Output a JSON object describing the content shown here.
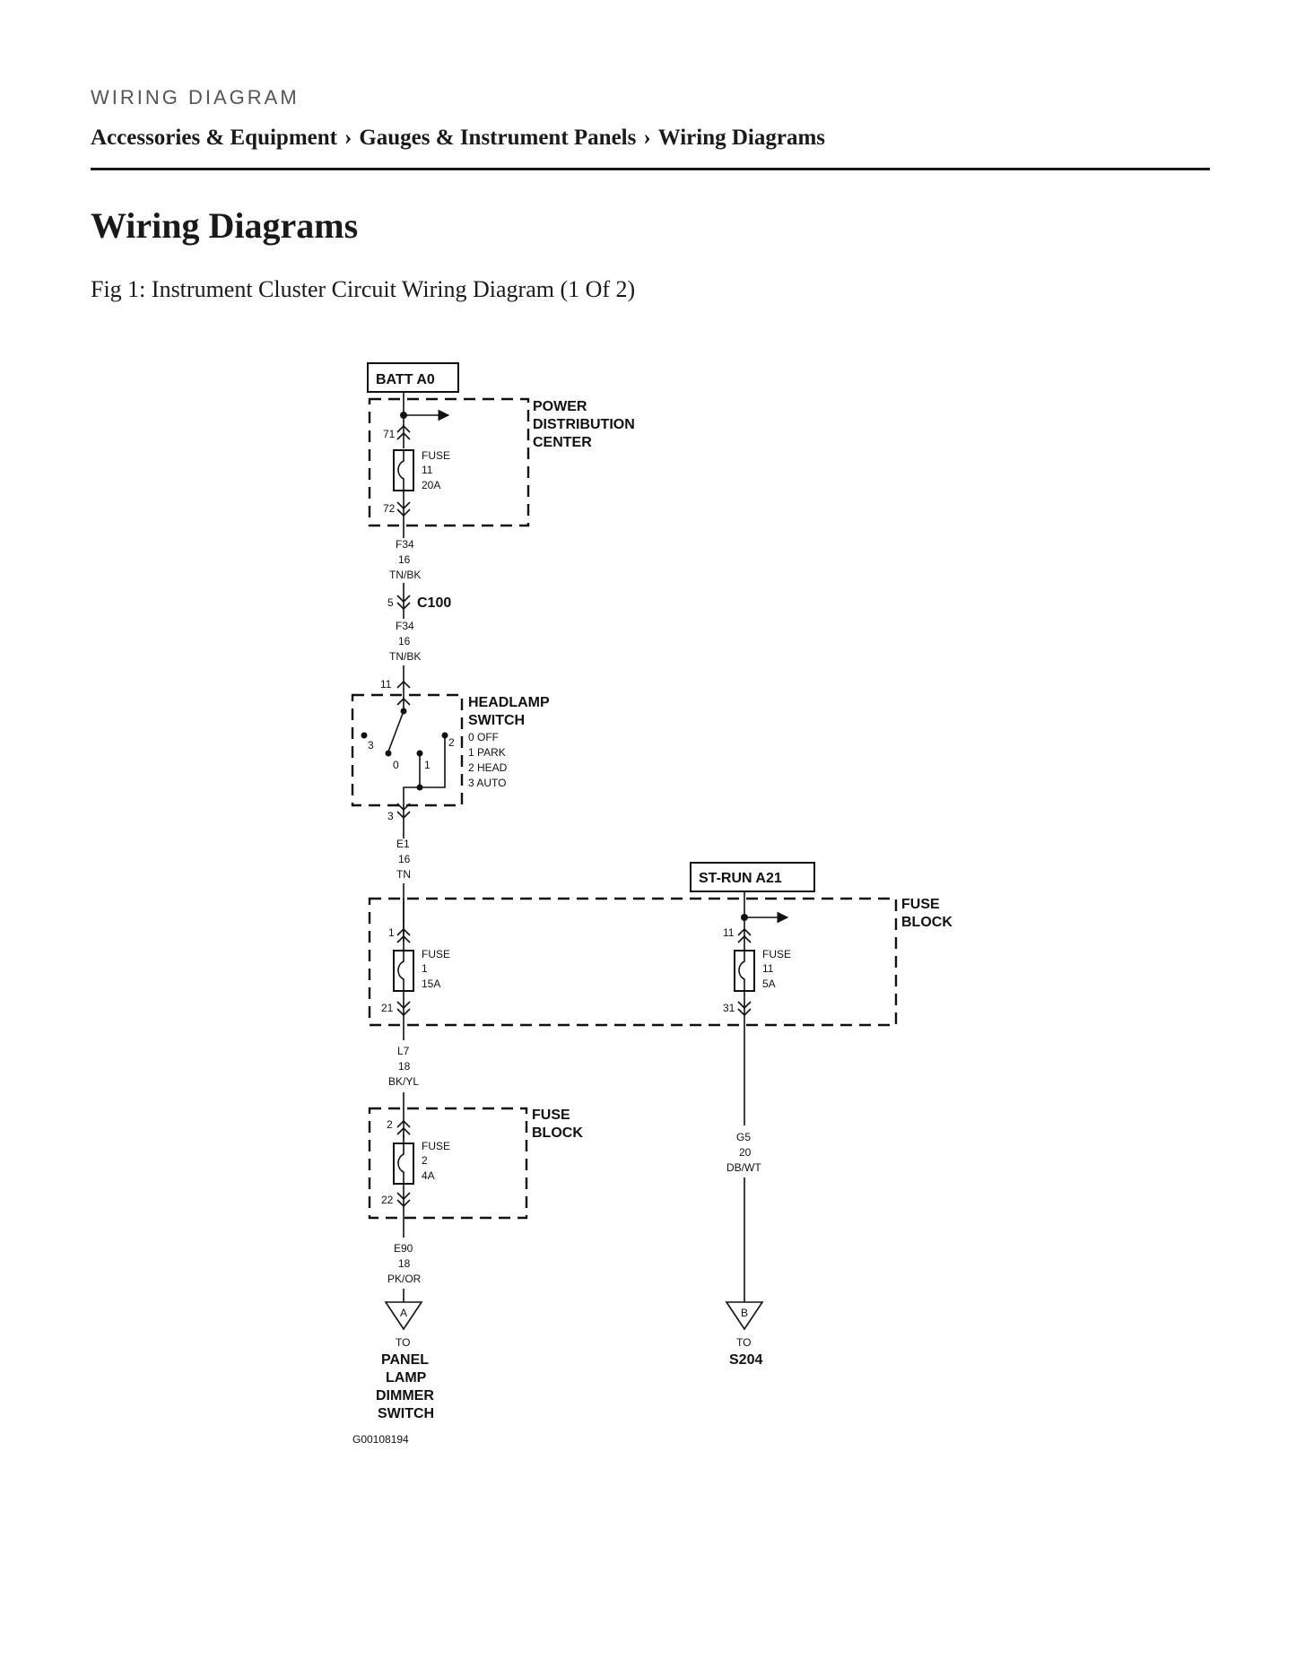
{
  "header": {
    "kicker": "WIRING DIAGRAM",
    "breadcrumb": [
      "Accessories & Equipment",
      "Gauges & Instrument Panels",
      "Wiring Diagrams"
    ],
    "separator": "›"
  },
  "page_title": "Wiring Diagrams",
  "figure_caption": "Fig 1: Instrument Cluster Circuit Wiring Diagram (1 Of 2)",
  "diagram": {
    "batt_label": "BATT A0",
    "pdc_label": [
      "POWER",
      "DISTRIBUTION",
      "CENTER"
    ],
    "fuse11": {
      "in_pin": "71",
      "out_pin": "72",
      "text": [
        "FUSE",
        "11",
        "20A"
      ]
    },
    "wire_f34_top": [
      "F34",
      "16",
      "TN/BK"
    ],
    "connector_c100": {
      "pin": "5",
      "name": "C100"
    },
    "wire_f34_bottom": [
      "F34",
      "16",
      "TN/BK"
    ],
    "headlamp_switch": {
      "in_pin": "11",
      "out_pin": "3",
      "label": [
        "HEADLAMP",
        "SWITCH"
      ],
      "positions": [
        "0 OFF",
        "1 PARK",
        "2 HEAD",
        "3 AUTO"
      ],
      "contacts": [
        "3",
        "0",
        "1",
        "2"
      ]
    },
    "wire_e1": [
      "E1",
      "16",
      "TN"
    ],
    "st_run_label": "ST-RUN A21",
    "fuse_block_label": [
      "FUSE",
      "BLOCK"
    ],
    "fuse1": {
      "in_pin": "1",
      "out_pin": "21",
      "text": [
        "FUSE",
        "1",
        "15A"
      ]
    },
    "fuse11b": {
      "in_pin": "11",
      "out_pin": "31",
      "text": [
        "FUSE",
        "11",
        "5A"
      ]
    },
    "wire_l7": [
      "L7",
      "18",
      "BK/YL"
    ],
    "fuse_block2_label": [
      "FUSE",
      "BLOCK"
    ],
    "fuse2": {
      "in_pin": "2",
      "out_pin": "22",
      "text": [
        "FUSE",
        "2",
        "4A"
      ]
    },
    "wire_g5": [
      "G5",
      "20",
      "DB/WT"
    ],
    "wire_e90": [
      "E90",
      "18",
      "PK/OR"
    ],
    "terminal_a": {
      "letter": "A",
      "to": "TO",
      "dest": [
        "PANEL",
        "LAMP",
        "DIMMER",
        "SWITCH"
      ]
    },
    "terminal_b": {
      "letter": "B",
      "to": "TO",
      "dest": [
        "S204"
      ]
    },
    "figure_id": "G00108194"
  }
}
